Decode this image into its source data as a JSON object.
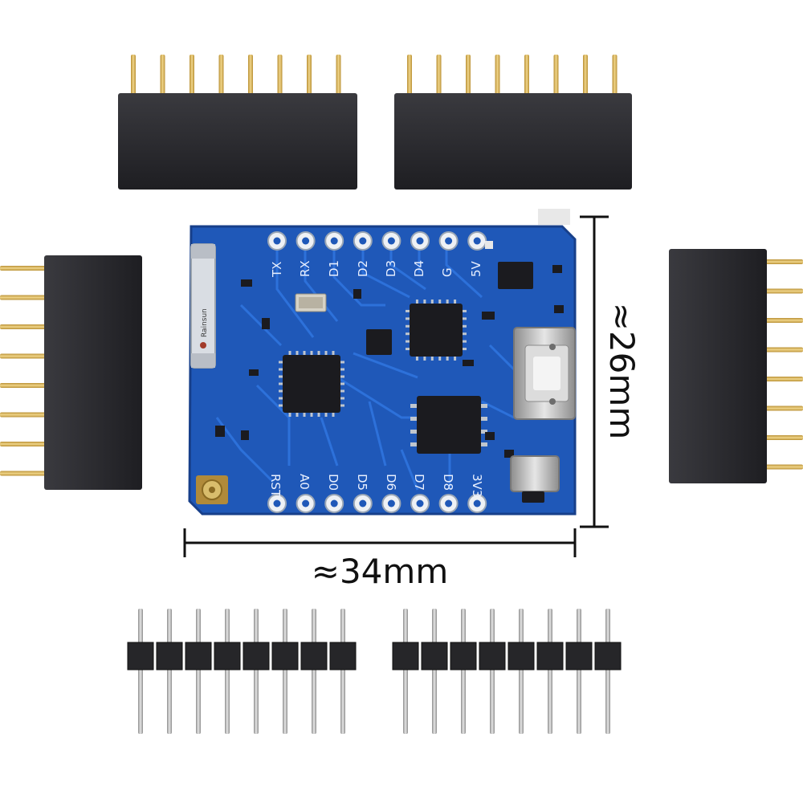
{
  "dimensions": {
    "width_label": "≈34mm",
    "height_label": "≈26mm"
  },
  "board": {
    "top_pin_labels": [
      "TX",
      "RX",
      "D1",
      "D2",
      "D3",
      "D4",
      "G",
      "5V"
    ],
    "bottom_pin_labels": [
      "RST",
      "A0",
      "D0",
      "D5",
      "D6",
      "D7",
      "D8",
      "3V3"
    ],
    "antenna_text": "Rainsun"
  },
  "colors": {
    "pcb": "#1f58b8",
    "pcb_edge": "#173f8a",
    "trace": "#2d6fd6",
    "chip": "#1b1b1f",
    "header": "#27272b",
    "pin_gold": "#d8b45a"
  },
  "headers": {
    "female_top_count": 2,
    "female_side_count": 2,
    "male_bottom_count": 2,
    "pins_per_header": 8
  }
}
